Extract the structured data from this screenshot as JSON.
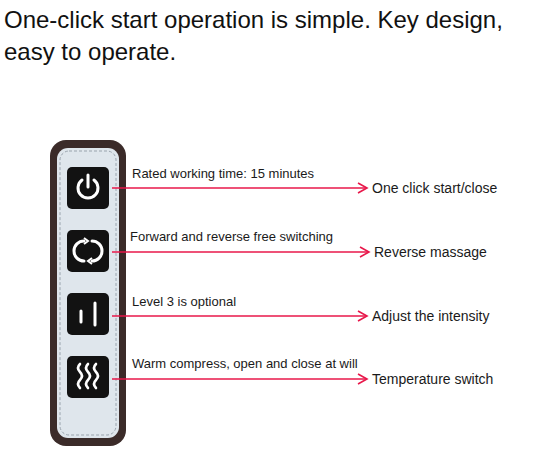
{
  "diagram": {
    "title": "One-click start operation is simple. Key design, easy to operate.",
    "labels": [
      "Rated working time: 15 minutes",
      "One click start/close",
      "Forward and reverse free switching",
      "Reverse massage",
      "Level 3 is optional",
      "Adjust the intensity",
      "Warm compress, open and close at will",
      "Temperature switch"
    ]
  }
}
